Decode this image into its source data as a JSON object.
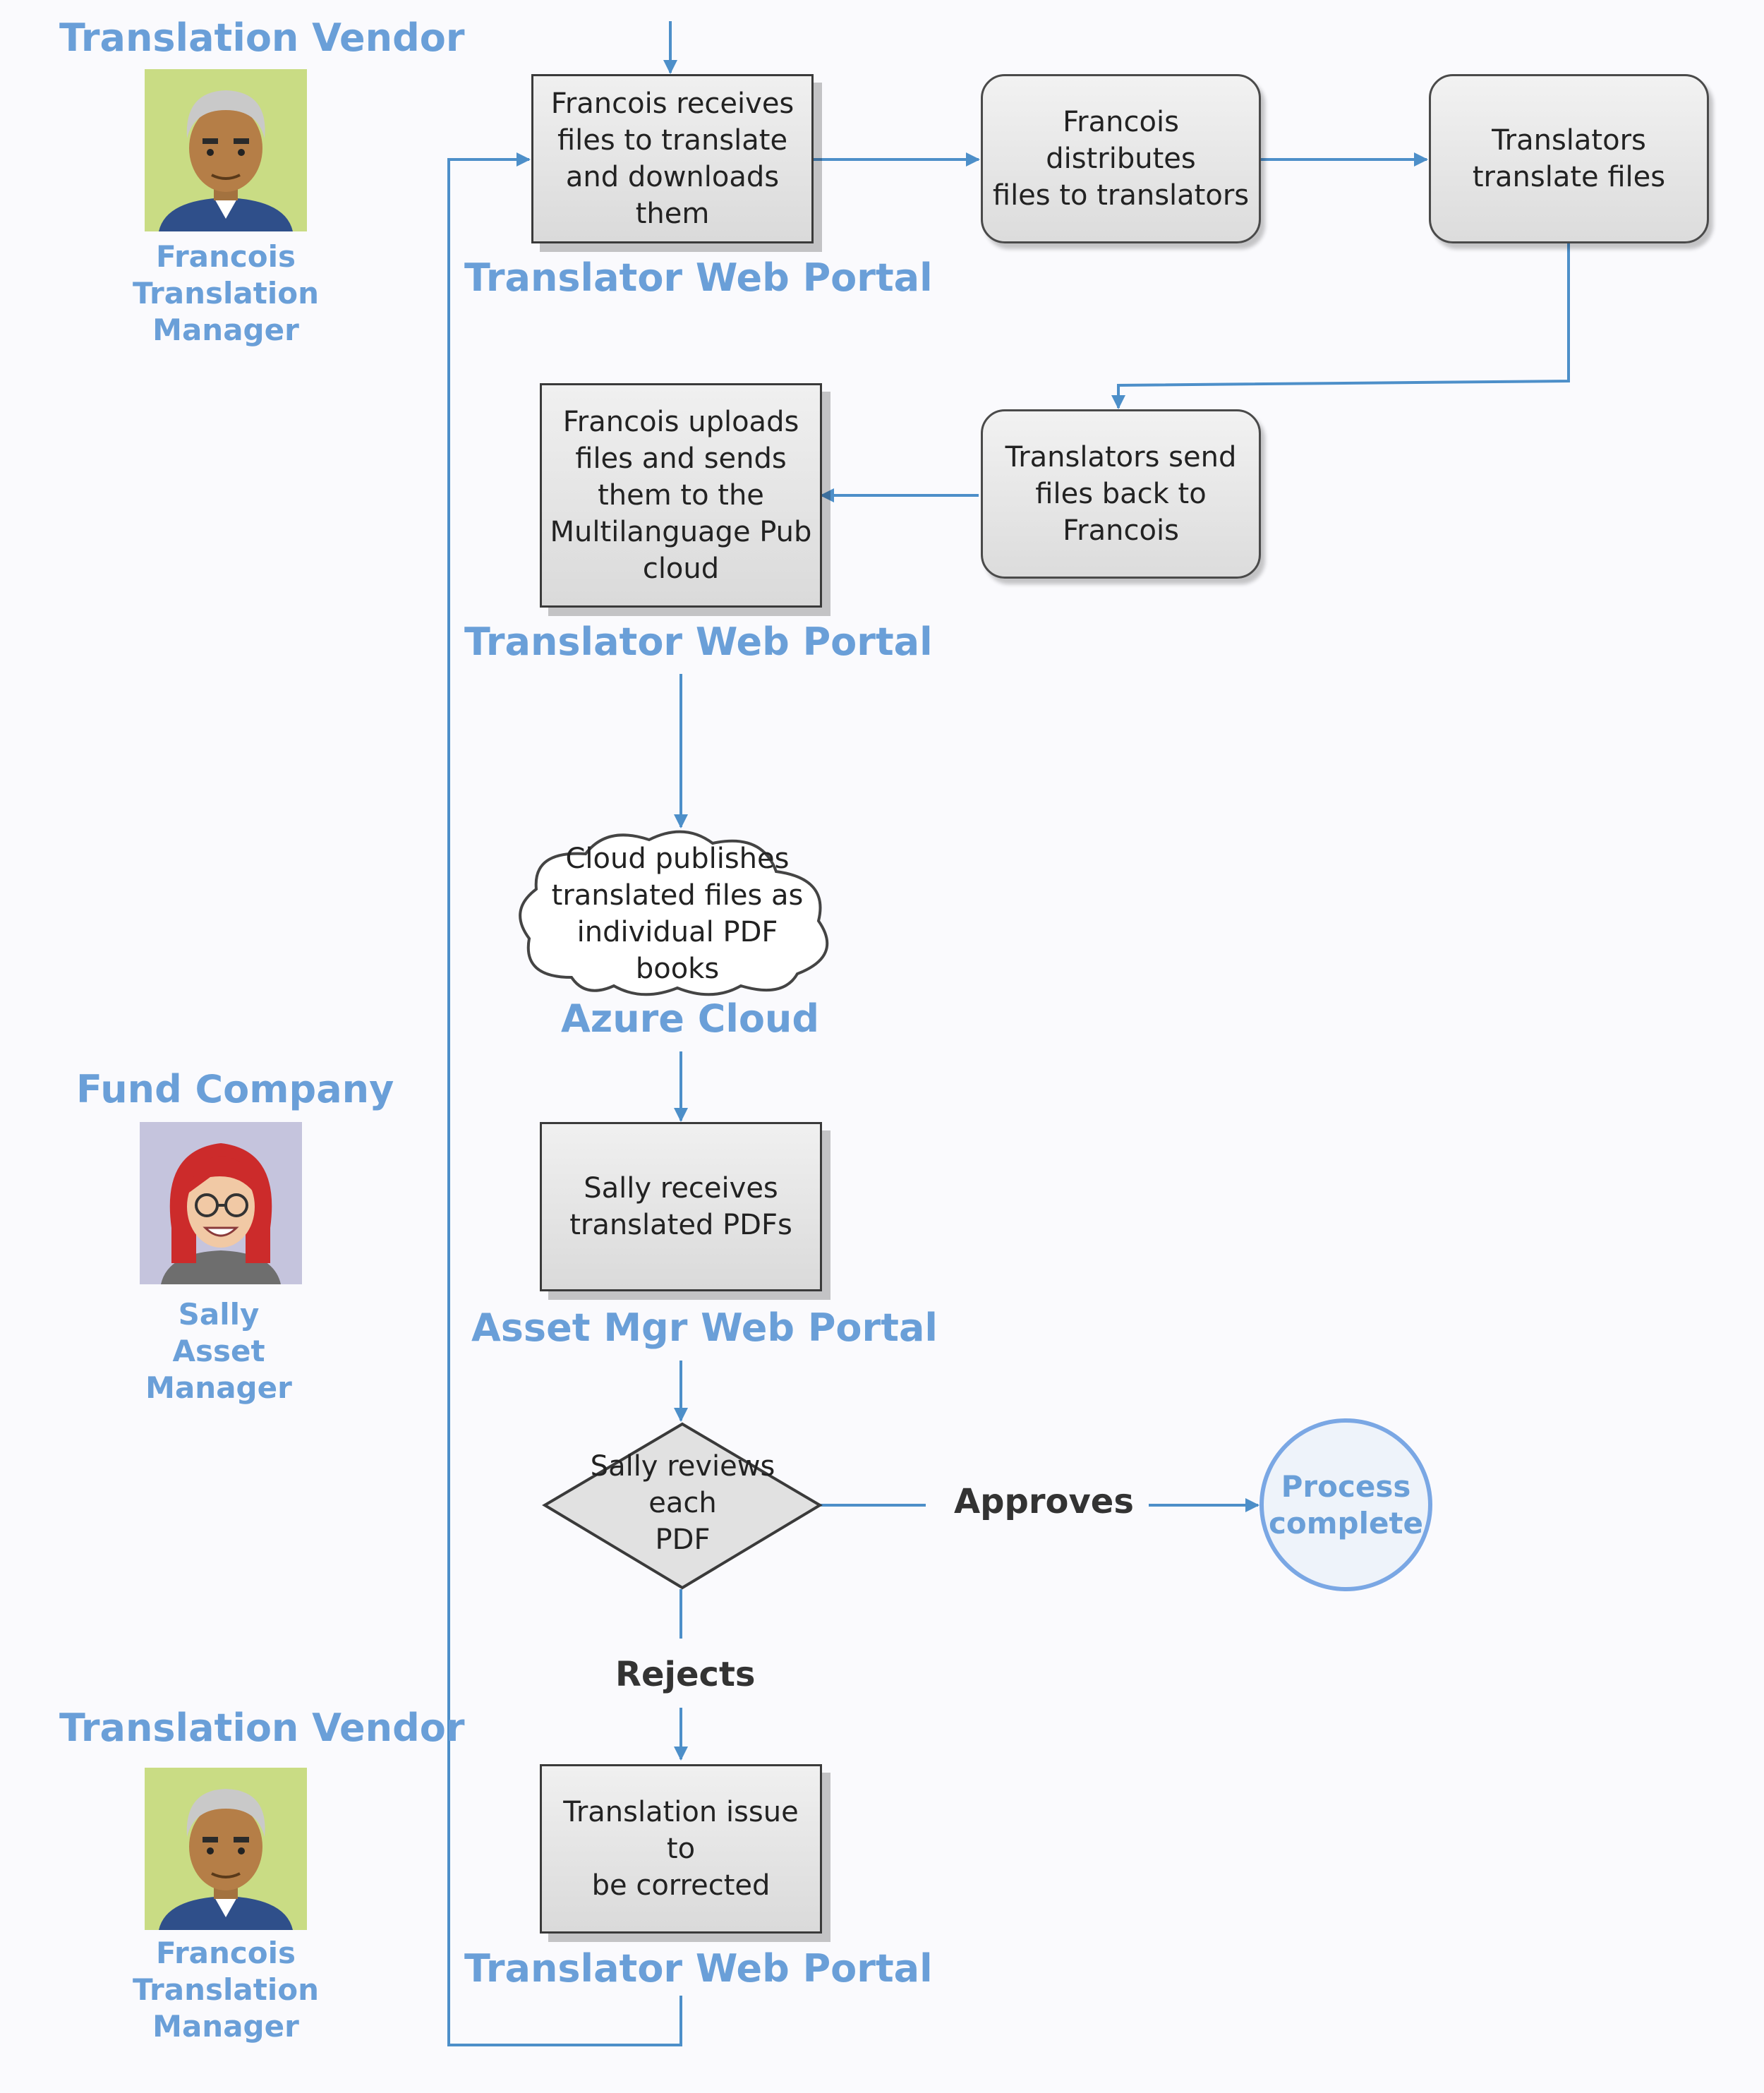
{
  "lanes": {
    "vendor_top": "Translation Vendor",
    "fund": "Fund Company",
    "vendor_bottom": "Translation Vendor"
  },
  "people": {
    "francois_top": "Francois\nTranslation\nManager",
    "sally": "Sally\nAsset\nManager",
    "francois_bottom": "Francois\nTranslation\nManager"
  },
  "steps": {
    "receive": "Francois receives\nfiles to translate\nand downloads\nthem",
    "distribute": "Francois distributes\nfiles to translators",
    "translate": "Translators\ntranslate files",
    "send_back": "Translators send\nfiles back to\nFrancois",
    "upload": "Francois uploads\nfiles and sends\nthem to the\nMultilanguage Pub\ncloud",
    "cloud": "Cloud publishes\ntranslated files as\nindividual PDF books",
    "sally_receives": "Sally receives\ntranslated PDFs",
    "review": "Sally reviews each\nPDF",
    "issue": "Translation issue to\nbe corrected",
    "complete": "Process\ncomplete"
  },
  "systems": {
    "portal_1": "Translator Web Portal",
    "portal_2": "Translator Web Portal",
    "azure": "Azure Cloud",
    "asset_portal": "Asset Mgr Web Portal",
    "portal_3": "Translator Web Portal"
  },
  "edges": {
    "approves": "Approves",
    "rejects": "Rejects"
  },
  "colors": {
    "label_blue": "#6a9fd8",
    "connector_blue": "#4d8fc9",
    "box_border": "#3a3a3a"
  }
}
